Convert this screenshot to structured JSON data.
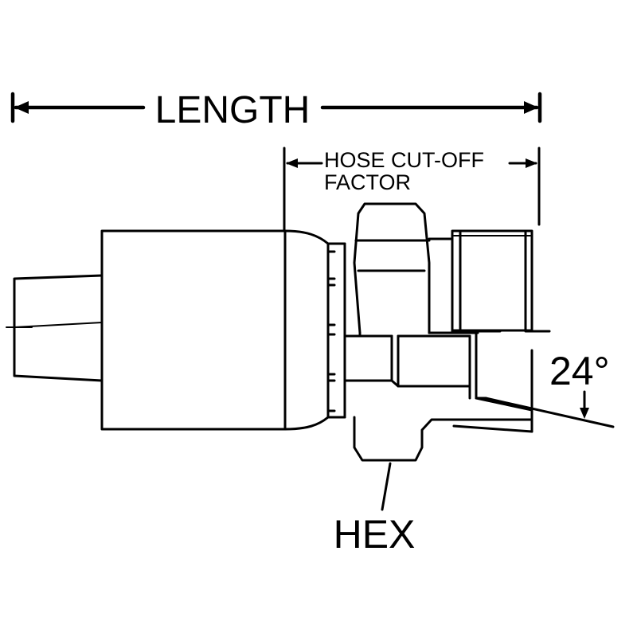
{
  "labels": {
    "length": "LENGTH",
    "hose_cutoff_line1": "HOSE CUT-OFF",
    "hose_cutoff_line2": "FACTOR",
    "angle": "24°",
    "hex": "HEX"
  },
  "colors": {
    "stroke": "#000000",
    "background": "#ffffff"
  }
}
